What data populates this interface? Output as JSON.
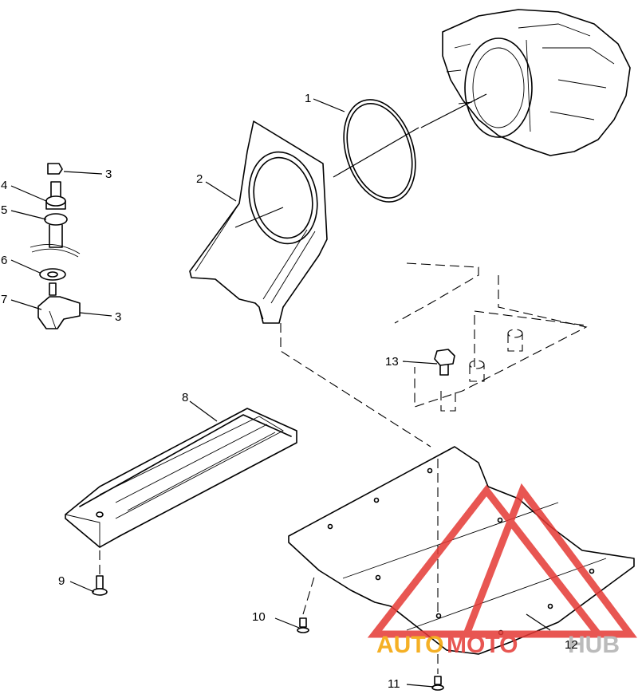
{
  "callouts": {
    "c1": "1",
    "c2": "2",
    "c3a": "3",
    "c3b": "3",
    "c4": "4",
    "c5": "5",
    "c6": "6",
    "c7": "7",
    "c8": "8",
    "c9": "9",
    "c10": "10",
    "c11": "11",
    "c12": "12",
    "c13": "13"
  },
  "watermark": {
    "text_a": "AUTO",
    "text_b": "MOTO",
    "text_c": "HUB",
    "color_orange": "#f4a300",
    "color_red": "#e53935",
    "color_gray": "#b0b0b0"
  }
}
